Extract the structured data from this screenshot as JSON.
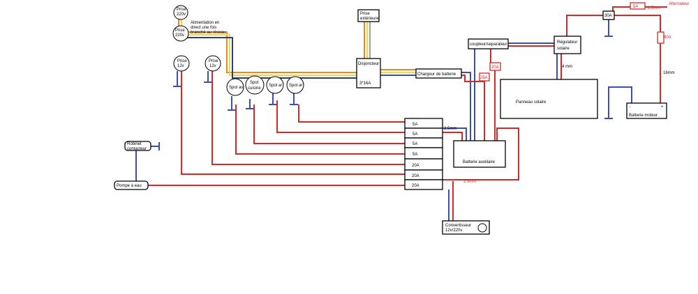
{
  "outlets": {
    "prise_220_top": [
      "Prise",
      "220v"
    ],
    "prise_220_second": [
      "Prise",
      "220v"
    ],
    "note": [
      "Alimentation en",
      "direct une fois",
      "branché au réseau"
    ],
    "prise_12_a": [
      "Prise",
      "12v"
    ],
    "prise_12_b": [
      "Prise",
      "12v"
    ],
    "prise_exterieure": [
      "Prise",
      "extérieure"
    ]
  },
  "spots": {
    "spot_av": "Spot av",
    "spot_cuisine": [
      "Spot",
      "cuisine"
    ],
    "spot_ar_1": "Spot ar",
    "spot_ar_2": "Spot ar"
  },
  "components": {
    "disjoncteur": "Disjoncteur",
    "disjoncteur_rating": "3*16A",
    "chargeur": "Chargeur de batterie",
    "coupleur": "coupleur/separateur",
    "regulateur": [
      "Régulateur",
      "solaire"
    ],
    "panneau": "Panneau solaire",
    "batterie_moteur": "Batterie moteur",
    "batterie_auxiliaire": "Batterie auxiliaire",
    "convertisseur": [
      "Convertisseur",
      "12v/220v"
    ],
    "robinet": [
      "Robinet",
      "contacteur"
    ],
    "pompe": "Pompe à eau",
    "alternateur": "Alternateur"
  },
  "fuses": {
    "panel": [
      "5A",
      "5A",
      "5A",
      "5A",
      "20A",
      "20A",
      "20A"
    ],
    "fuse_25": "25A",
    "fuse_20": "20A",
    "fuse_30": "30A",
    "fuse_5": "5A",
    "fuse_80": "80A"
  },
  "cable_labels": {
    "c_25_top": "2.5mm",
    "c_25_panel": "2.5mm",
    "c_25_bottom": "2.5mm",
    "c_4": "4 mm",
    "c_16": "16mm"
  },
  "terminals": {
    "minus": "-",
    "plus": "+"
  },
  "colors": {
    "positive": "#d62828",
    "negative": "#3c4fb0",
    "ac_phase": "#e8891a",
    "ac_neutral": "#f2d64a",
    "ac_earth": "#9aa0a8"
  }
}
